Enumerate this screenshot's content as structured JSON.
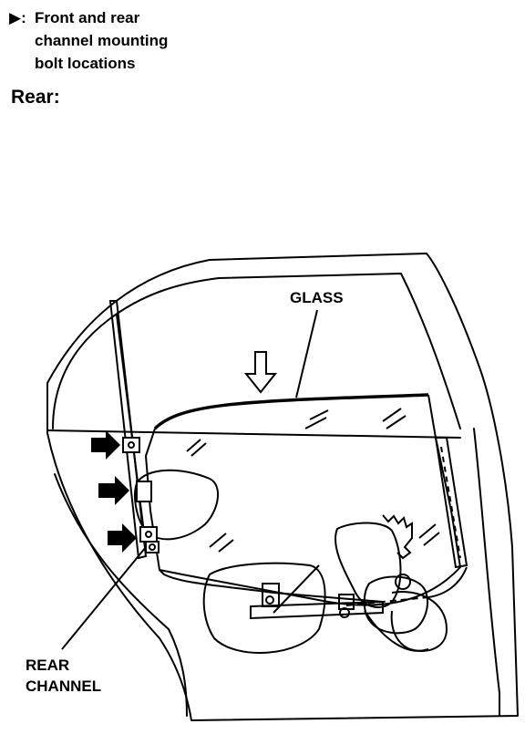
{
  "legend": {
    "marker": "▶:",
    "lines": [
      "Front and rear",
      "channel mounting",
      "bolt locations"
    ]
  },
  "section_title": "Rear:",
  "callouts": {
    "glass": "GLASS",
    "rear_channel_line1": "REAR",
    "rear_channel_line2": "CHANNEL"
  },
  "colors": {
    "ink": "#000000",
    "paper": "#ffffff"
  }
}
